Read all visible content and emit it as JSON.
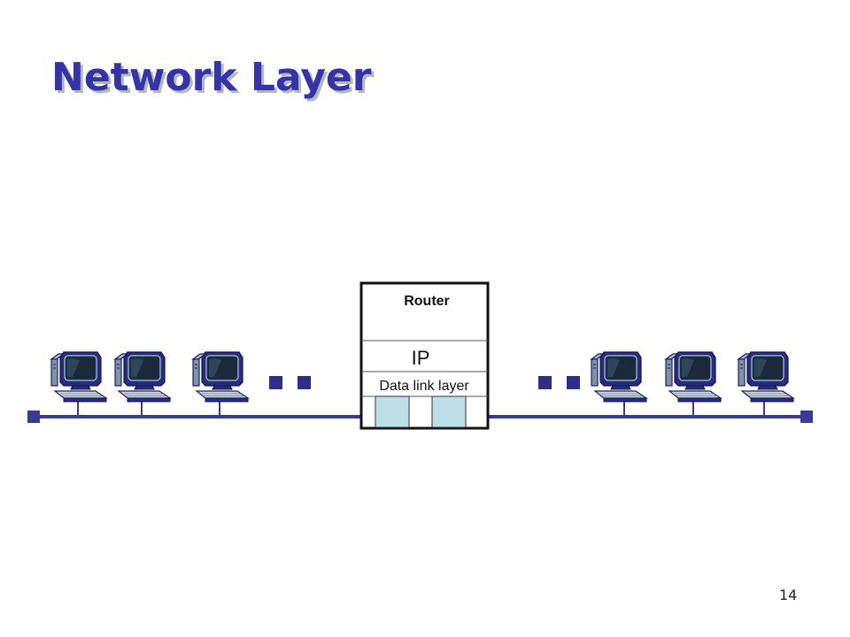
{
  "slide": {
    "title": "Network Layer",
    "page_number": "14"
  },
  "router": {
    "title": "Router",
    "ip_label": "IP",
    "datalink_label": "Data link layer"
  },
  "colors": {
    "title": "#3333aa",
    "network_line": "#3a3a99",
    "ellipsis": "#2e2e8a",
    "port_fill": "#bde0e6",
    "router_border": "#111111",
    "monitor_frame": "#1f1f6e",
    "monitor_screen": "#1a2a3a"
  },
  "icons": {
    "host": "computer-icon",
    "ellipsis": "ellipsis-dots",
    "network_end": "network-terminator"
  }
}
